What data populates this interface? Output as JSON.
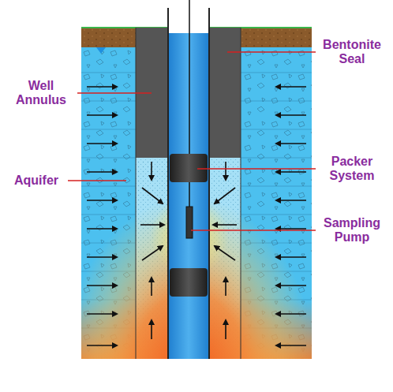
{
  "diagram": {
    "labels": [
      "Bentonite Seal",
      "Well Annulus",
      "Packer System",
      "Aquifer",
      "Sampling Pump"
    ]
  }
}
